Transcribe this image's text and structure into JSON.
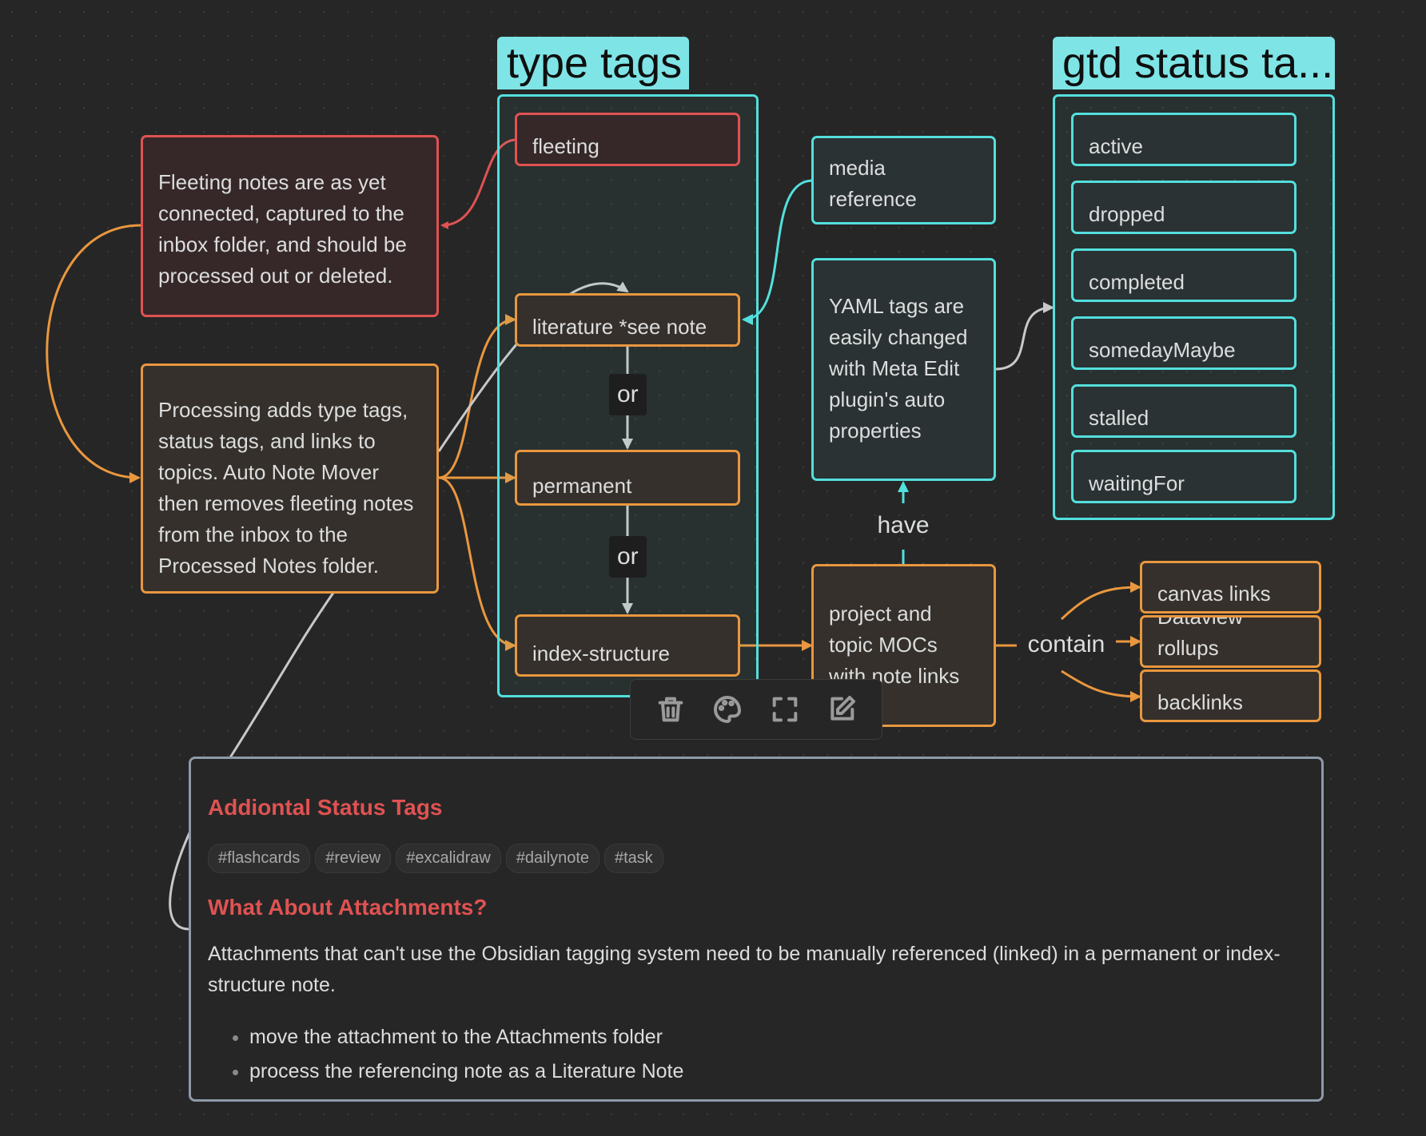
{
  "groups": {
    "type_tags": "type tags",
    "gtd_status": "gtd status ta..."
  },
  "nodes": {
    "fleeting_desc": "Fleeting notes are as yet connected, captured to the inbox folder, and should be processed out or deleted.",
    "processing_desc": "Processing adds type tags, status tags, and links to topics. Auto Note Mover then removes fleeting notes from the inbox to the Processed Notes folder.",
    "fleeting": "fleeting",
    "literature": "literature *see note",
    "permanent": "permanent",
    "index_structure": "index-structure",
    "media_reference": "media reference",
    "yaml": "YAML tags are easily changed with Meta Edit plugin's auto properties",
    "mocs": "project and topic MOCs with note links",
    "canvas_links": "canvas links",
    "dataview": "Dataview rollups",
    "backlinks": "backlinks",
    "active": "active",
    "dropped": "dropped",
    "completed": "completed",
    "someday": "somedayMaybe",
    "stalled": "stalled",
    "waiting": "waitingFor"
  },
  "edge_labels": {
    "or_1": "or",
    "or_2": "or",
    "have": "have",
    "contain": "contain"
  },
  "toolbar": {
    "delete_icon": "trash-icon",
    "color_icon": "palette-icon",
    "zoom_icon": "fit-icon",
    "edit_icon": "edit-icon"
  },
  "card": {
    "heading1": "Addiontal Status Tags",
    "tags": [
      "#flashcards",
      "#review",
      "#excalidraw",
      "#dailynote",
      "#task"
    ],
    "heading2": "What About Attachments?",
    "paragraph": "Attachments that can't use the Obsidian tagging system need to be manually referenced (linked) in a permanent or index-structure note.",
    "bullets": [
      "move the attachment to the Attachments folder",
      "process the referencing note as a Literature Note"
    ]
  },
  "colors": {
    "red": "#e05252",
    "orange": "#e9973f",
    "cyan": "#53dfdd",
    "gray": "#c8c8c8",
    "label_bg": "#7fe4e6"
  }
}
